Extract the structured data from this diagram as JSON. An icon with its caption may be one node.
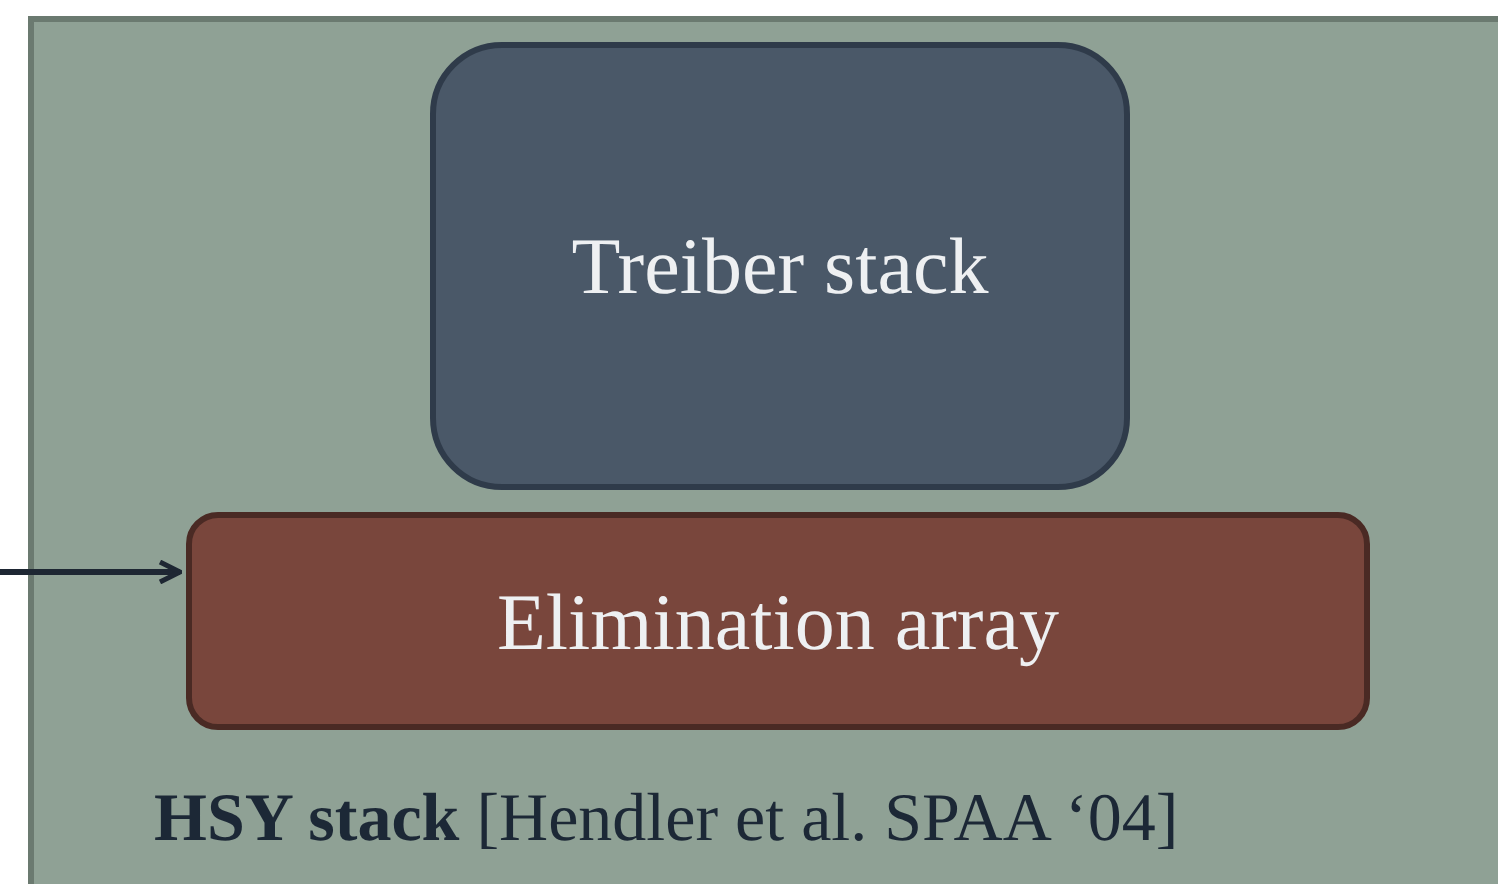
{
  "diagram": {
    "nodes": [
      {
        "text": [
          "**HSY stack** [Hendler et al. SPAA ‘04]"
        ]
      },
      {
        "text": [
          "Treiber stack"
        ],
        "in": 0
      },
      {
        "text": [
          "Elimination array"
        ],
        "in": 0
      }
    ],
    "edges": [
      {
        "from": null,
        "to": 2,
        "arrow": "to"
      }
    ]
  }
}
